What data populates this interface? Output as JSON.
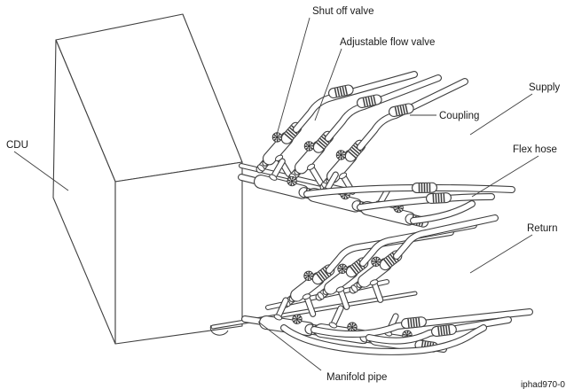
{
  "labels": {
    "shut_off_valve": "Shut off valve",
    "adjustable_flow_valve": "Adjustable flow valve",
    "cdu": "CDU",
    "supply": "Supply",
    "coupling": "Coupling",
    "flex_hose": "Flex hose",
    "return": "Return",
    "manifold_pipe": "Manifold pipe"
  },
  "figure_id": "iphad970-0",
  "colors": {
    "line": "#3f3f3f",
    "text": "#1a1a1a",
    "background": "#ffffff"
  }
}
